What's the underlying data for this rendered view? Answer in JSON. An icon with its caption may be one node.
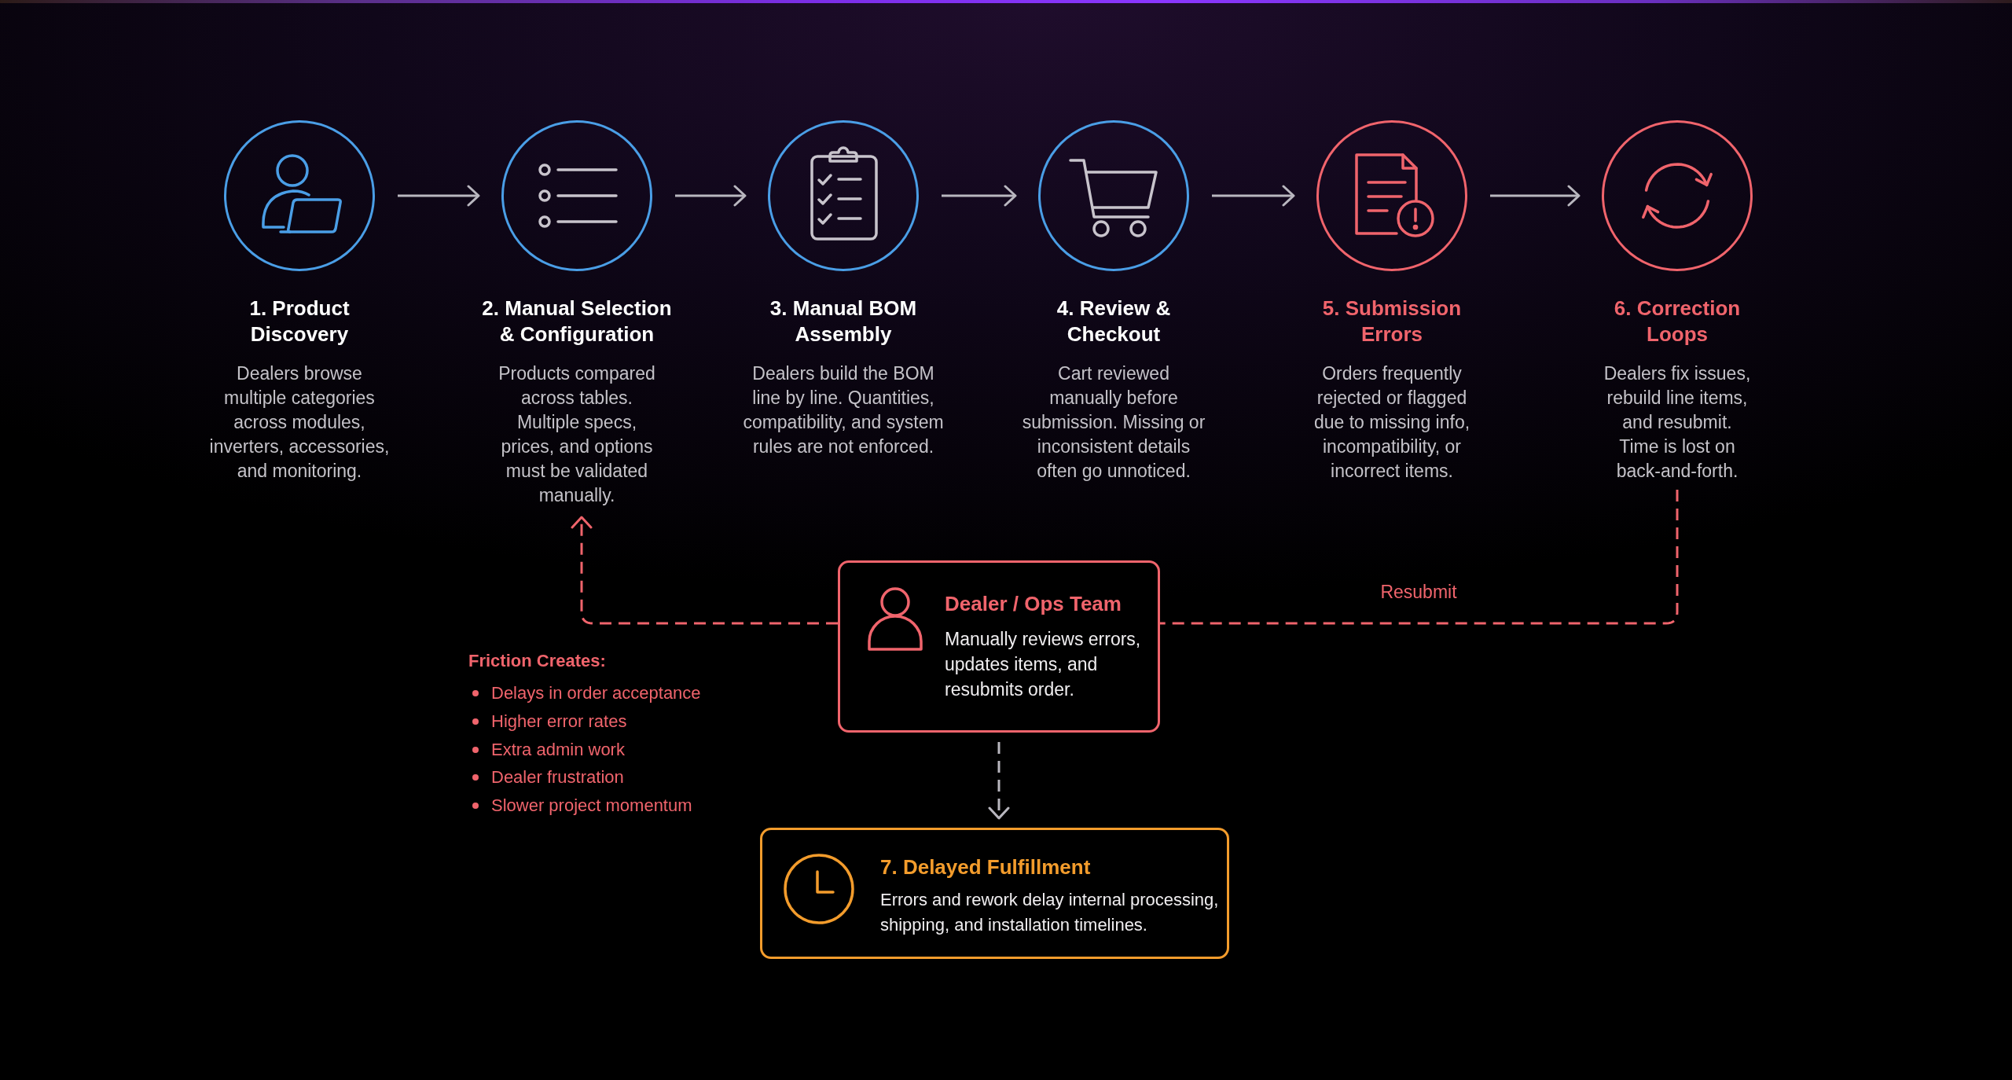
{
  "diagram": {
    "nodes": [
      {
        "text": [
          "1. Product Discovery",
          "Dealers browse multiple categories across modules, inverters, accessories, and monitoring."
        ]
      },
      {
        "text": [
          "2. Manual Selection & Configuration",
          "Products compared across tables. Multiple specs, prices, and options must be validated manually."
        ]
      },
      {
        "text": [
          "3. Manual BOM Assembly",
          "Dealers build the BOM line by line. Quantities, compatibility, and system rules are not enforced."
        ]
      },
      {
        "text": [
          "4. Review & Checkout",
          "Cart reviewed manually before submission. Missing or inconsistent details often go unnoticed."
        ]
      },
      {
        "text": [
          "5. Submission Errors",
          "Orders frequently rejected or flagged due to missing info, incompatibility, or incorrect items."
        ]
      },
      {
        "text": [
          "6. Correction Loops",
          "Dealers fix issues, rebuild line items, and resubmit. Time is lost on back-and-forth."
        ]
      },
      {
        "text": [
          "Dealer / Ops Team",
          "Manually reviews errors, updates items, and resubmits order."
        ]
      },
      {
        "text": [
          "7. Delayed Fulfillment",
          "Errors and rework delay internal processing, shipping, and installation timelines."
        ]
      }
    ],
    "edges": [
      {
        "from": 0,
        "to": 1,
        "arrow": "to"
      },
      {
        "from": 1,
        "to": 2,
        "arrow": "to"
      },
      {
        "from": 2,
        "to": 3,
        "arrow": "to"
      },
      {
        "from": 3,
        "to": 4,
        "arrow": "to"
      },
      {
        "from": 4,
        "to": 5,
        "arrow": "to"
      },
      {
        "from": 5,
        "to": 6,
        "arrow": "none",
        "label": "Resubmit",
        "style": "dashed",
        "color": "#f0646c"
      },
      {
        "from": 6,
        "to": 1,
        "arrow": "to",
        "style": "dashed",
        "color": "#f0646c"
      },
      {
        "from": 6,
        "to": 7,
        "arrow": "to",
        "style": "dashed"
      }
    ],
    "labels": [
      "Friction Creates:",
      "Delays in order acceptance",
      "Higher error rates",
      "Extra admin work",
      "Dealer frustration",
      "Slower project momentum"
    ]
  }
}
